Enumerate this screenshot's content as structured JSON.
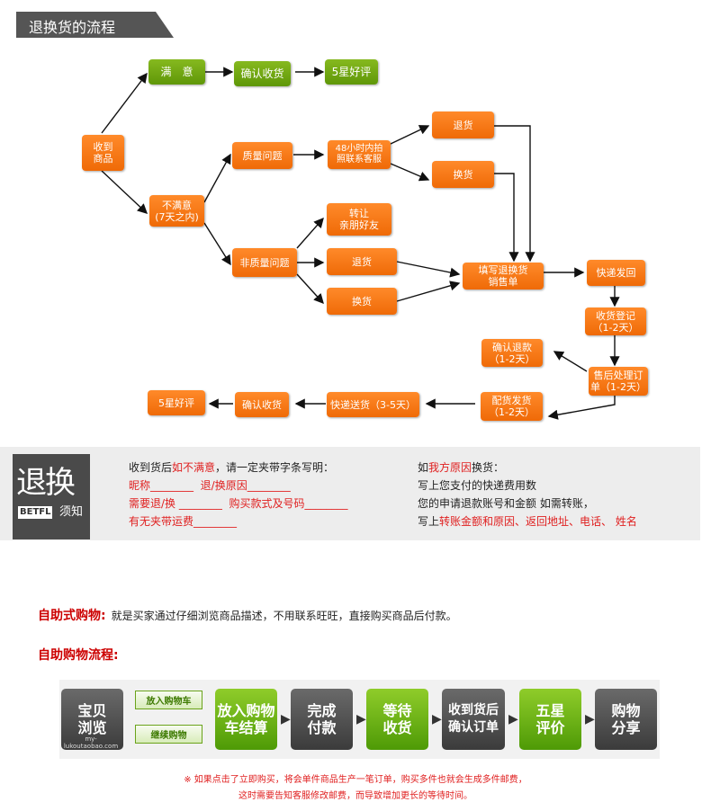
{
  "header": {
    "title": "退换货的流程",
    "color": "#555555"
  },
  "flow": {
    "received": "收到\n商品",
    "satisfied": "满　意",
    "confirm_receipt_top": "确认收货",
    "five_star_top": "5星好评",
    "unsatisfied": "不满意\n(7天之内)",
    "quality_issue": "质量问题",
    "photo_contact": "48小时内拍\n照联系客服",
    "return_top": "退货",
    "exchange_top": "换货",
    "non_quality_issue": "非质量问题",
    "transfer": "转让\n亲朋好友",
    "return_mid": "退货",
    "exchange_mid": "换货",
    "fill_form": "填写退换货\n销售单",
    "express_back": "快递发回",
    "receipt_register": "收货登记\n（1-2天）",
    "after_sales": "售后处理订\n单（1-2天）",
    "confirm_refund": "确认退款\n（1-2天）",
    "ship_goods": "配货发货\n（1-2天）",
    "express_delivery": "快递送货（3-5天）",
    "confirm_receipt_bottom": "确认收货",
    "five_star_bottom": "5星好评"
  },
  "notice": {
    "badge_big": "退换",
    "badge_brand": "BETFL",
    "badge_sub": "须知",
    "l1a": "收到货后",
    "l1b": "如不满意",
    "l1c": "，请一定夹带字条写明：",
    "l2a": "昵称________",
    "l2b": "退/换原因________",
    "l3a": "需要退/换 ________",
    "l3b": "购买款式及号码________",
    "l4a": "有无夹带运费________",
    "r1a": "如",
    "r1b": "我方原因",
    "r1c": "换货：",
    "r2": "写上您支付的快递费用数",
    "r3": "您的申请退款账号和金额 如需转账，",
    "r4a": "写上",
    "r4b": "转账金额和原因、返回地址、电话、 姓名"
  },
  "self_service": {
    "title": "自助式购物:",
    "desc": "就是买家通过仔细浏览商品描述，不用联系旺旺，直接购买商品后付款。",
    "flow_title": "自助购物流程:"
  },
  "steps": {
    "browse": "宝贝\n浏览",
    "browse_url": "my-lukoutaobao.com",
    "add_cart": "放入购物车",
    "continue": "继续购物",
    "checkout": "放入购物\n车结算",
    "pay": "完成\n付款",
    "wait": "等待\n收货",
    "confirm": "收到货后\n确认订单",
    "rate": "五星\n评价",
    "share": "购物\n分享"
  },
  "footnote": {
    "line1": "※ 如果点击了立即购买，将会单件商品生产一笔订单，购买多件也就会生成多件邮费，",
    "line2": "这时需要告知客服修改邮费，而导致增加更长的等待时间。"
  }
}
